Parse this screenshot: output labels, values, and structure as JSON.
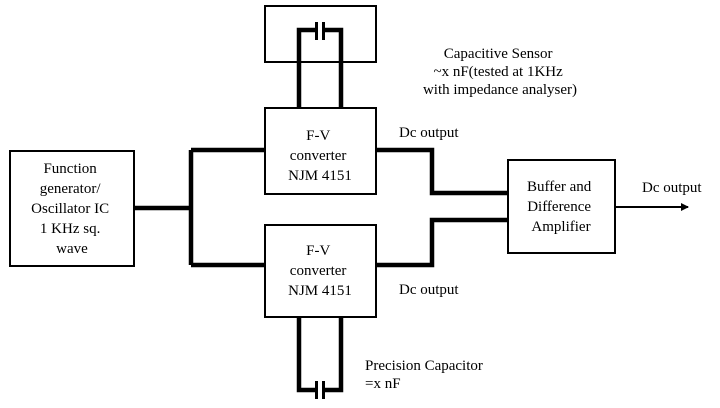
{
  "blocks": {
    "function_generator": [
      "Function",
      "generator/",
      "Oscillator IC",
      "1 KHz sq.",
      "wave"
    ],
    "fv_converter_top": [
      "F-V",
      "converter",
      "NJM 4151"
    ],
    "fv_converter_bottom": [
      "F-V",
      "converter",
      "NJM 4151"
    ],
    "buffer_amplifier": [
      "Buffer and",
      "Difference",
      "Amplifier"
    ]
  },
  "labels": {
    "capacitive_sensor": [
      "Capacitive Sensor",
      "~x nF(tested at 1KHz",
      "with impedance analyser)"
    ],
    "dc_output_top": "Dc output",
    "dc_output_bottom": "Dc output",
    "dc_output_final": "Dc output",
    "precision_capacitor": [
      "Precision Capacitor",
      "=x nF"
    ]
  }
}
